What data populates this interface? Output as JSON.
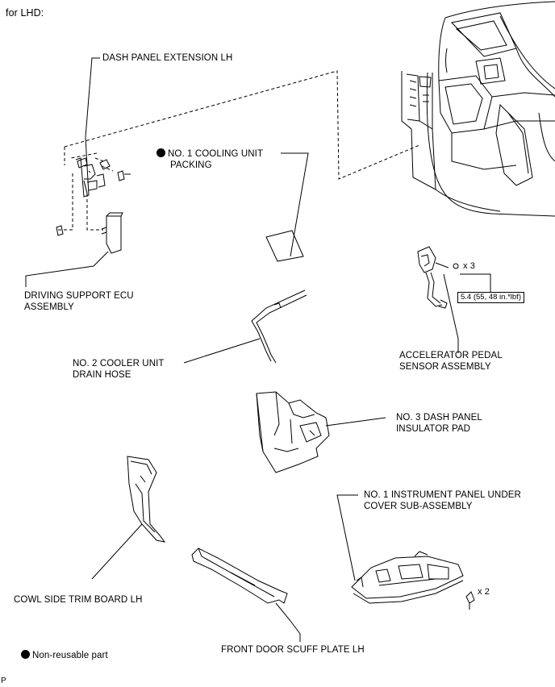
{
  "header": {
    "title": "for LHD:"
  },
  "labels": {
    "dash_panel_extension": "DASH PANEL EXTENSION LH",
    "cooling_unit_packing": [
      "NO. 1 COOLING UNIT",
      "PACKING"
    ],
    "driving_support_ecu": [
      "DRIVING SUPPORT ECU",
      "ASSEMBLY"
    ],
    "accelerator_pedal": [
      "ACCELERATOR PEDAL",
      "SENSOR ASSEMBLY"
    ],
    "cooler_drain_hose": [
      "NO. 2 COOLER UNIT",
      "DRAIN HOSE"
    ],
    "dash_insulator_pad": [
      "NO. 3 DASH PANEL",
      "INSULATOR PAD"
    ],
    "instrument_under_cover": [
      "NO. 1 INSTRUMENT PANEL UNDER",
      "COVER SUB-ASSEMBLY"
    ],
    "cowl_side_trim": "COWL SIDE TRIM BOARD LH",
    "front_door_scuff": "FRONT DOOR SCUFF PLATE LH"
  },
  "fasteners": {
    "accelerator_qty": "x 3",
    "accelerator_torque": "5.4 (55, 48 in.*lbf)",
    "under_cover_qty": "x 2"
  },
  "legend": {
    "non_reusable": "Non-reusable part"
  },
  "corner_mark": "P"
}
